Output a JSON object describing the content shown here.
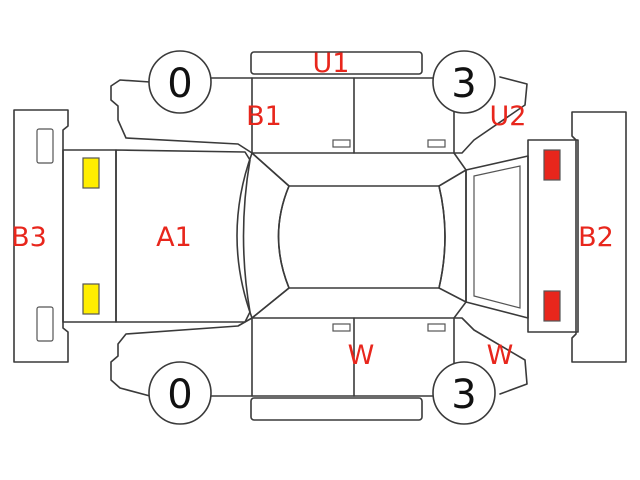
{
  "colors": {
    "outline": "#3a3a3a",
    "damage_code": "#e8261c",
    "front_marker": "#ffee00",
    "rear_marker": "#e8261c",
    "background": "#ffffff"
  },
  "wheels": {
    "front_top": "0",
    "rear_top": "3",
    "front_bottom": "0",
    "rear_bottom": "3"
  },
  "codes": {
    "hood": "A1",
    "roof_top": "U1",
    "front_door_top": "B1",
    "rear_fender_top": "U2",
    "front_bumper": "B3",
    "rear_bumper": "B2",
    "rear_door_bottom": "W",
    "rear_fender_bottom": "W"
  },
  "markers": {
    "front": [
      "front-lamp-top",
      "front-lamp-bottom"
    ],
    "rear": [
      "rear-lamp-top",
      "rear-lamp-bottom"
    ]
  }
}
